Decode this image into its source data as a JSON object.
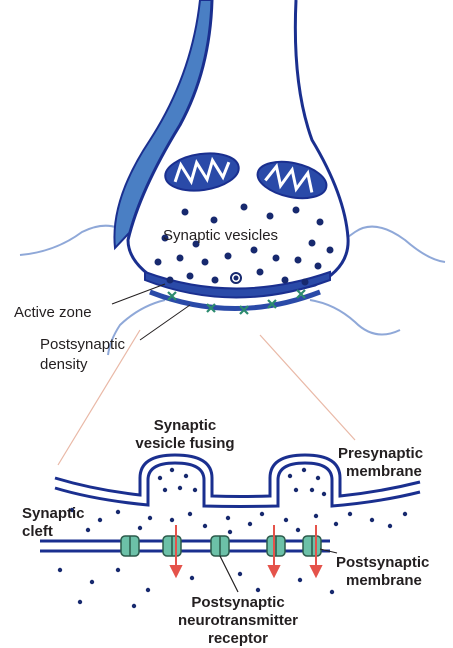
{
  "labels": {
    "synaptic_vesicles": "Synaptic vesicles",
    "active_zone": "Active zone",
    "postsynaptic_density": [
      "Postsynaptic",
      "density"
    ],
    "vesicle_fusing": [
      "Synaptic",
      "vesicle fusing"
    ],
    "presynaptic_membrane": [
      "Presynaptic",
      "membrane"
    ],
    "synaptic_cleft": [
      "Synaptic",
      "cleft"
    ],
    "postsynaptic_membrane": [
      "Postsynaptic",
      "membrane"
    ],
    "receptor": [
      "Postsynaptic",
      "neurotransmitter",
      "receptor"
    ]
  },
  "colors": {
    "membrane": "#1a2f8f",
    "axon_shading": "#4a7fc4",
    "dendrite_outline": "#8fa8d8",
    "vesicle": "#17296e",
    "mitochondrion_fill": "#2a4aa8",
    "receptor": "#6cc1a8",
    "receptor_outline": "#2b5a4a",
    "arrow": "#e5534b",
    "zoom_lines": "#e9b8a6"
  },
  "icons": {
    "mitochondrion": "mitochondrion-icon",
    "receptor": "receptor-icon",
    "arrow": "arrow-down-icon"
  }
}
